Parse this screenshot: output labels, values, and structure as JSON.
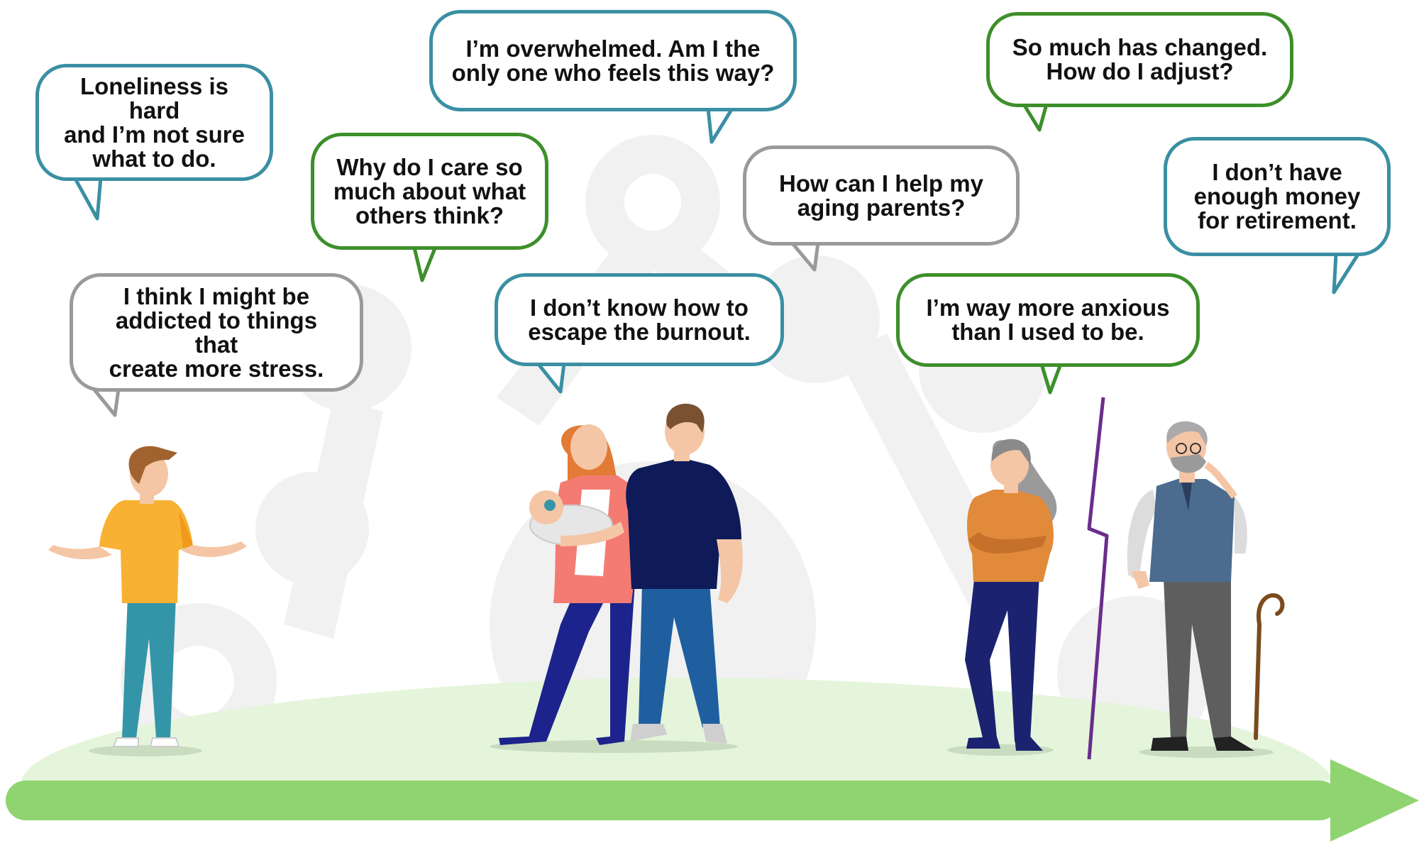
{
  "colors": {
    "blue": "#3a8fa3",
    "green": "#3d8f2a",
    "gray": "#9a9a9a",
    "ground": "#e4f5db",
    "arrow": "#8fd470",
    "divider": "#6a2d8c"
  },
  "bubbles": [
    {
      "id": "loneliness",
      "text": "Loneliness is hard\nand I’m not sure\nwhat to do.",
      "border": "blue"
    },
    {
      "id": "care",
      "text": "Why do I care so\nmuch about what\nothers think?",
      "border": "green"
    },
    {
      "id": "overwhelmed",
      "text": "I’m overwhelmed. Am I the\nonly one who feels this way?",
      "border": "blue"
    },
    {
      "id": "changed",
      "text": "So much has changed.\nHow do I adjust?",
      "border": "green"
    },
    {
      "id": "addicted",
      "text": "I think I might be\naddicted to things that\ncreate more stress.",
      "border": "gray"
    },
    {
      "id": "burnout",
      "text": "I don’t know how to\nescape the burnout.",
      "border": "blue"
    },
    {
      "id": "parents",
      "text": "How can I help my\naging parents?",
      "border": "gray"
    },
    {
      "id": "anxious",
      "text": "I’m way more anxious\nthan I used to be.",
      "border": "green"
    },
    {
      "id": "money",
      "text": "I don’t have\nenough money\nfor retirement.",
      "border": "blue"
    }
  ],
  "figures": [
    {
      "id": "young-man",
      "icon": "young-man-shrugging-icon"
    },
    {
      "id": "young-family",
      "icon": "couple-with-baby-icon"
    },
    {
      "id": "middle-aged-woman",
      "icon": "woman-arms-crossed-icon"
    },
    {
      "id": "elderly-man",
      "icon": "elderly-man-with-cane-icon"
    }
  ]
}
